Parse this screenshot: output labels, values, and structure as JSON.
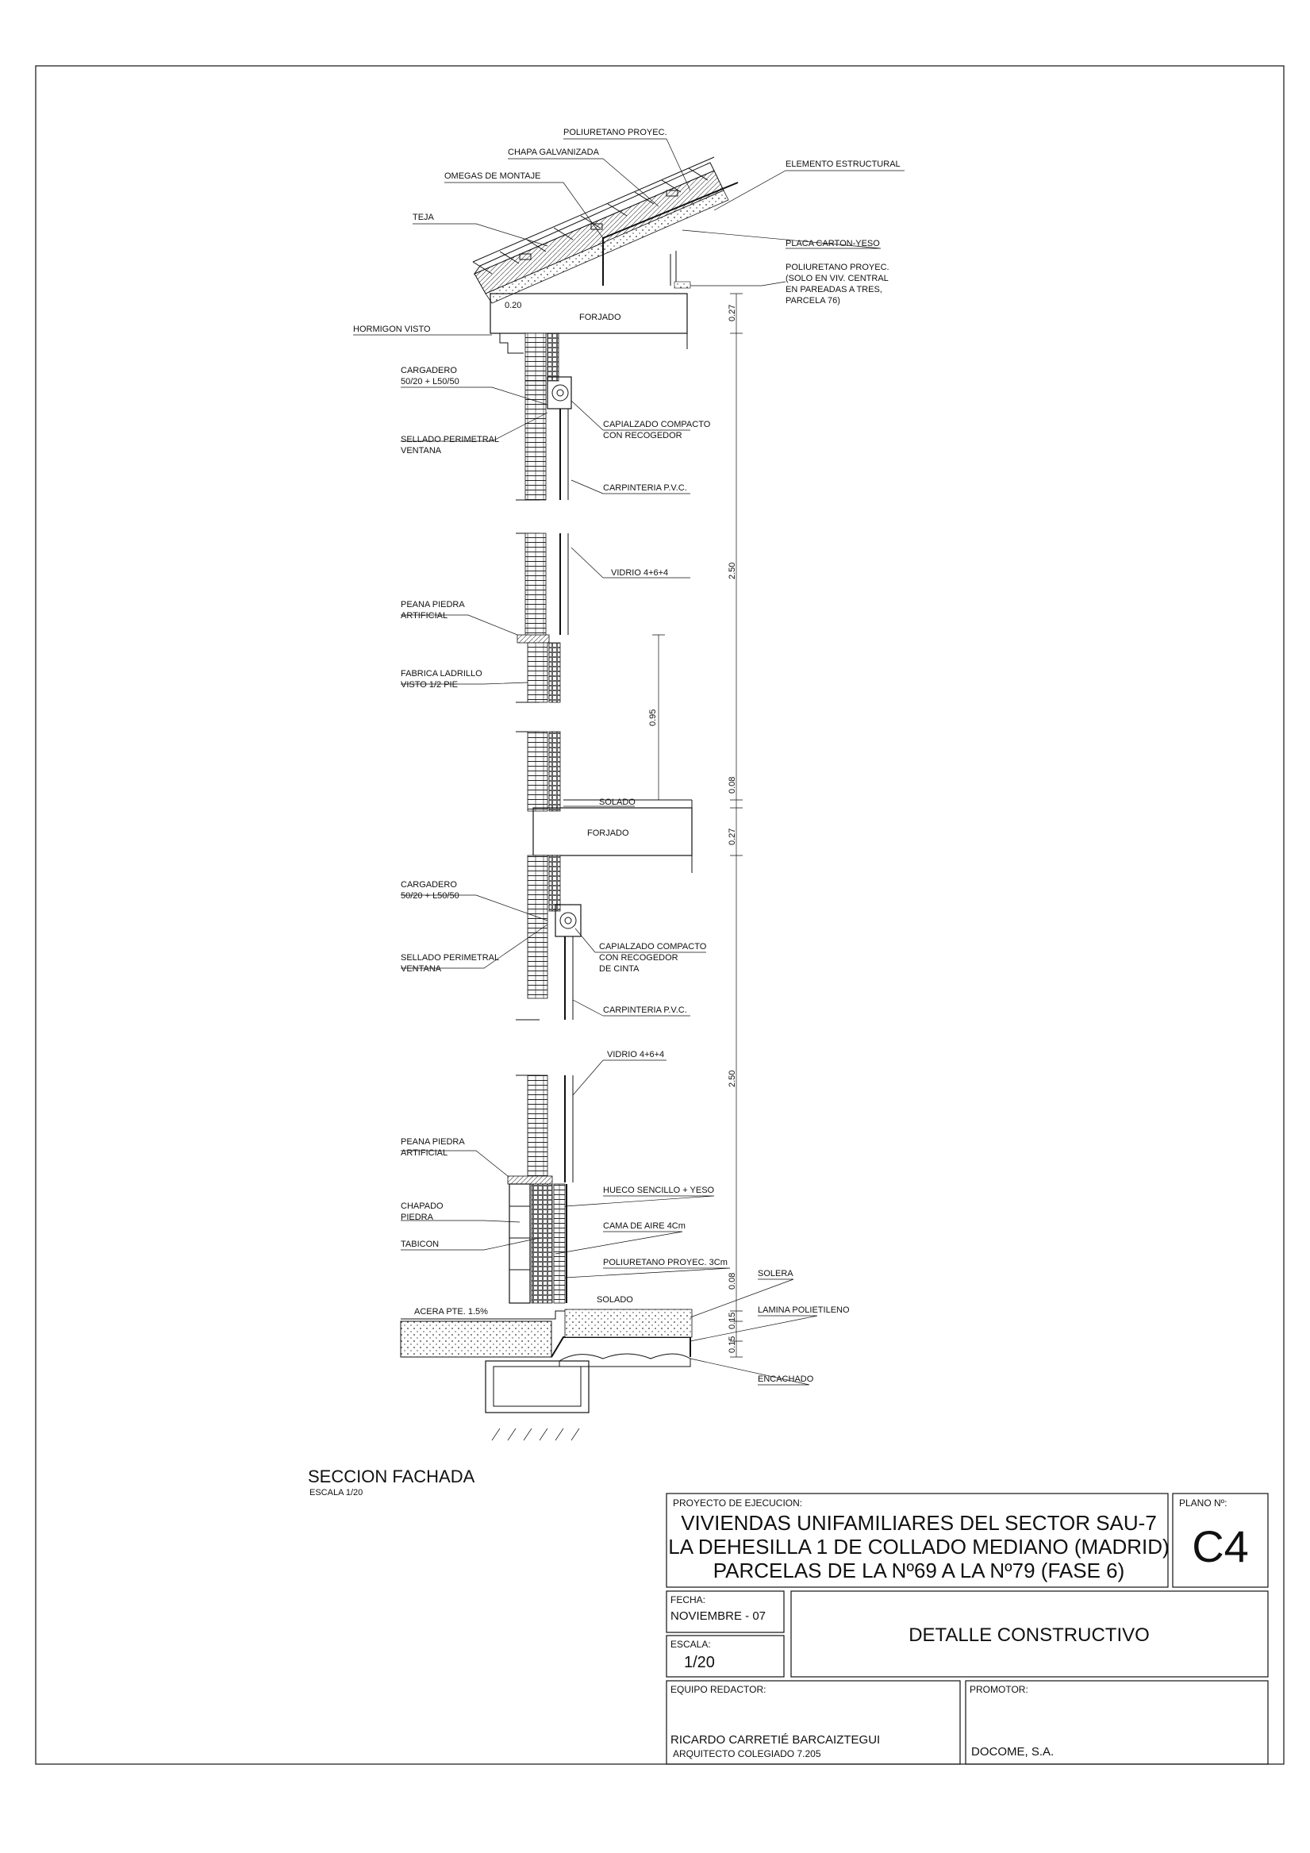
{
  "drawing": {
    "roof_labels": {
      "poliuretano_top": "POLIURETANO PROYEC.",
      "chapa": "CHAPA GALVANIZADA",
      "omegas": "OMEGAS DE MONTAJE",
      "teja": "TEJA",
      "elemento": "ELEMENTO ESTRUCTURAL",
      "placa": "PLACA CARTON-YESO",
      "poliuretano_note_1": "POLIURETANO PROYEC.",
      "poliuretano_note_2": "(SOLO EN VIV. CENTRAL",
      "poliuretano_note_3": "EN PAREADAS A TRES,",
      "poliuretano_note_4": "PARCELA 76)",
      "hormigon": "HORMIGON VISTO",
      "forjado_top": "FORJADO",
      "dim_020": "0.20"
    },
    "upper_labels": {
      "cargadero_1": "CARGADERO",
      "cargadero_2": "50/20 + L50/50",
      "sellado_1": "SELLADO PERIMETRAL",
      "sellado_2": "VENTANA",
      "capialzado_1": "CAPIALZADO COMPACTO",
      "capialzado_2": "CON RECOGEDOR",
      "carpinteria": "CARPINTERIA P.V.C.",
      "vidrio": "VIDRIO 4+6+4",
      "peana_1": "PEANA PIEDRA",
      "peana_2": "ARTIFICIAL",
      "fabrica_1": "FABRICA LADRILLO",
      "fabrica_2": "VISTO 1/2 PIE",
      "solado": "SOLADO",
      "forjado": "FORJADO"
    },
    "lower_labels": {
      "cargadero_1": "CARGADERO",
      "cargadero_2": "50/20 + L50/50",
      "sellado_1": "SELLADO PERIMETRAL",
      "sellado_2": "VENTANA",
      "capialzado_1": "CAPIALZADO COMPACTO",
      "capialzado_2": "CON RECOGEDOR",
      "capialzado_3": "DE CINTA",
      "carpinteria": "CARPINTERIA P.V.C.",
      "vidrio": "VIDRIO 4+6+4",
      "peana_1": "PEANA PIEDRA",
      "peana_2": "ARTIFICIAL",
      "hueco": "HUECO SENCILLO + YESO",
      "chapado_1": "CHAPADO",
      "chapado_2": "PIEDRA",
      "cama": "CAMA DE AIRE 4Cm",
      "tabicon": "TABICON",
      "poliuretano": "POLIURETANO PROYEC. 3Cm",
      "solera": "SOLERA",
      "acera": "ACERA PTE. 1.5%",
      "solado": "SOLADO",
      "lamina": "LAMINA POLIETILENO",
      "encachado": "ENCACHADO"
    },
    "dimensions": {
      "d027_top": "0.27",
      "d250_top": "2.50",
      "d095": "0.95",
      "d008_mid": "0.08",
      "d027_mid": "0.27",
      "d250_bot": "2.50",
      "d008_bot": "0.08",
      "d015_a": "0.15",
      "d015_b": "0.15"
    },
    "caption": {
      "title": "SECCION FACHADA",
      "scale": "ESCALA 1/20"
    }
  },
  "title_block": {
    "project_label": "PROYECTO DE EJECUCION:",
    "project_line1": "VIVIENDAS UNIFAMILIARES DEL SECTOR SAU-7",
    "project_line2": "LA DEHESILLA 1 DE COLLADO MEDIANO (MADRID)",
    "project_line3": "PARCELAS DE LA Nº69 A LA Nº79 (FASE 6)",
    "plano_label": "PLANO Nº:",
    "plano_value": "C4",
    "fecha_label": "FECHA:",
    "fecha_value": "NOVIEMBRE - 07",
    "escala_label": "ESCALA:",
    "escala_value": "1/20",
    "description": "DETALLE CONSTRUCTIVO",
    "equipo_label": "EQUIPO REDACTOR:",
    "architect_name": "RICARDO CARRETIÉ BARCAIZTEGUI",
    "architect_title": "ARQUITECTO COLEGIADO 7.205",
    "promotor_label": "PROMOTOR:",
    "promotor_value": "DOCOME, S.A."
  }
}
